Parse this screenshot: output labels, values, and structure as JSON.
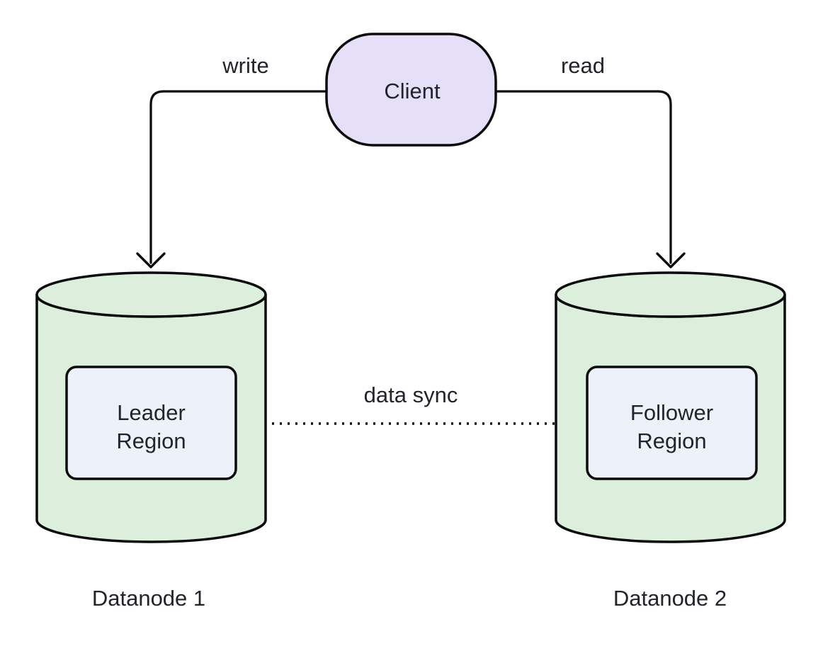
{
  "colors": {
    "background": "#FFFFFF",
    "client_fill": "#E5DFF7",
    "cylinder_fill": "#DBEFDC",
    "region_fill": "#ECF1FA",
    "stroke": "#0B0B0B",
    "text": "#21252B"
  },
  "client": {
    "label": "Client"
  },
  "edges": {
    "write": {
      "label": "write"
    },
    "read": {
      "label": "read"
    },
    "sync": {
      "label": "data sync"
    }
  },
  "datanode1": {
    "caption": "Datanode 1",
    "region": {
      "line1": "Leader",
      "line2": "Region"
    }
  },
  "datanode2": {
    "caption": "Datanode 2",
    "region": {
      "line1": "Follower",
      "line2": "Region"
    }
  }
}
